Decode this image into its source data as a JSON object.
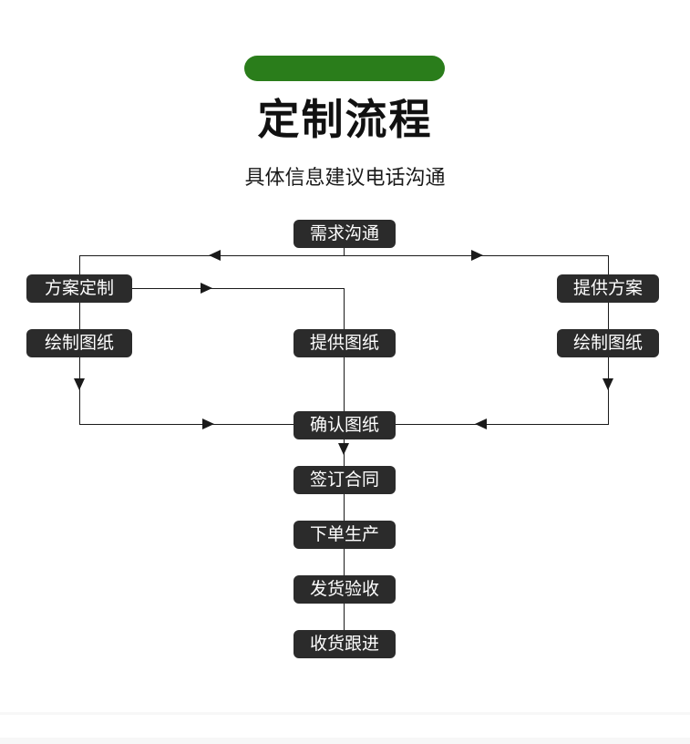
{
  "header": {
    "pill_color": "#2a7d1b",
    "title": "定制流程",
    "subtitle": "具体信息建议电话沟通"
  },
  "theme": {
    "node_bg": "#2b2b2b",
    "node_text": "#ffffff",
    "line_color": "#1a1a1a",
    "page_bg": "#ffffff"
  },
  "flowchart": {
    "type": "flowchart",
    "nodes": {
      "start": "需求沟通",
      "left_plan": "方案定制",
      "right_plan": "提供方案",
      "left_draw": "绘制图纸",
      "middle_provide": "提供图纸",
      "right_draw": "绘制图纸",
      "confirm": "确认图纸",
      "contract": "签订合同",
      "produce": "下单生产",
      "ship": "发货验收",
      "follow": "收货跟进"
    },
    "edges": [
      {
        "from": "需求沟通",
        "to": "方案定制",
        "direction": "left"
      },
      {
        "from": "需求沟通",
        "to": "提供方案",
        "direction": "right"
      },
      {
        "from": "方案定制",
        "to": "提供图纸",
        "direction": "right-down"
      },
      {
        "from": "方案定制",
        "to": "绘制图纸",
        "direction": "down"
      },
      {
        "from": "提供方案",
        "to": "绘制图纸",
        "direction": "down"
      },
      {
        "from": "绘制图纸",
        "to": "确认图纸",
        "direction": "down-right"
      },
      {
        "from": "绘制图纸",
        "to": "确认图纸",
        "direction": "down-left"
      },
      {
        "from": "提供图纸",
        "to": "确认图纸",
        "direction": "down"
      },
      {
        "from": "确认图纸",
        "to": "签订合同",
        "direction": "down"
      },
      {
        "from": "签订合同",
        "to": "下单生产",
        "direction": "down"
      },
      {
        "from": "下单生产",
        "to": "发货验收",
        "direction": "down"
      },
      {
        "from": "发货验收",
        "to": "收货跟进",
        "direction": "down"
      }
    ]
  }
}
